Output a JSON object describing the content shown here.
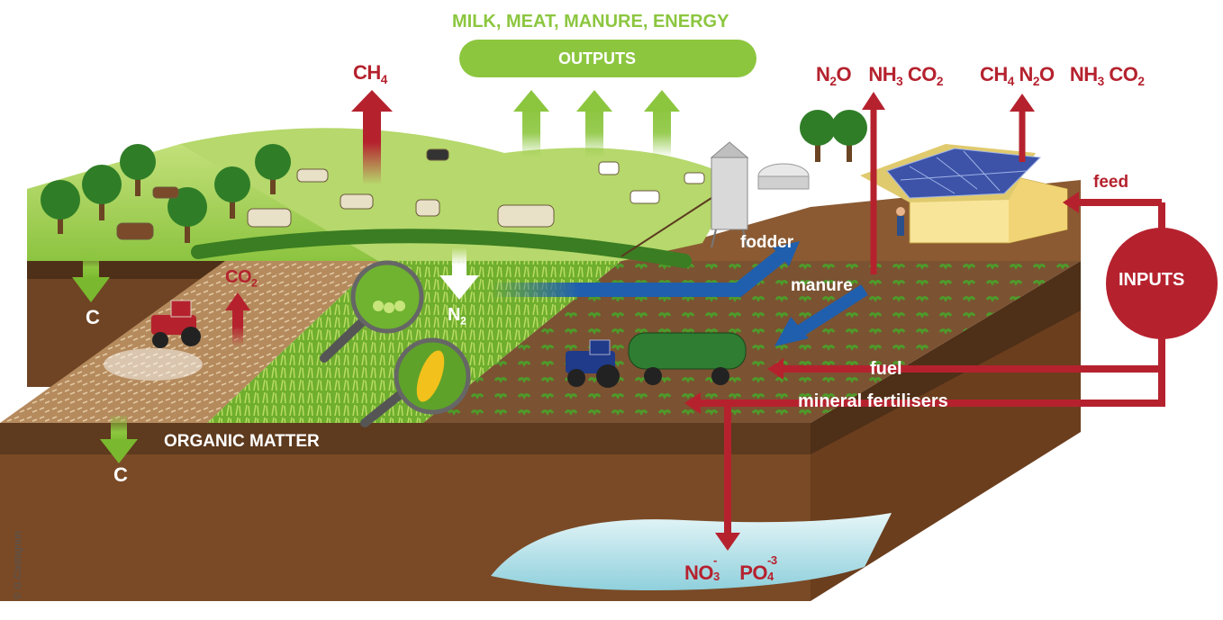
{
  "header": {
    "outputs_title": "MILK, MEAT, MANURE, ENERGY",
    "outputs_box": "OUTPUTS"
  },
  "gases": {
    "ch4_pasture": {
      "main": "CH",
      "sub": "4"
    },
    "co2_field": {
      "main": "CO",
      "sub": "2"
    },
    "n2_fixation": {
      "main": "N",
      "sub": "2"
    },
    "manure_group": {
      "a": "N",
      "a_sub": "2",
      "a_rest": "O",
      "b": "NH",
      "b_sub": "3",
      "c": "CO",
      "c_sub": "2"
    },
    "barn_group": {
      "a": "CH",
      "a_sub": "4",
      "b": "N",
      "b_sub": "2",
      "b_rest": "O",
      "c": "NH",
      "c_sub": "3",
      "d": "CO",
      "d_sub": "2"
    },
    "leaching": {
      "a": "NO",
      "a_sub": "3",
      "a_sup": "-",
      "b": "PO",
      "b_sub": "4",
      "b_sup": "-3"
    }
  },
  "flows": {
    "fodder": "fodder",
    "manure": "manure",
    "feed": "feed",
    "fuel": "fuel",
    "mineral_fertilisers": "mineral fertilisers",
    "inputs": "INPUTS",
    "organic_matter": "ORGANIC MATTER",
    "carbon_left": "C",
    "carbon_bottom": "C"
  },
  "credit": "© G.Castagnon",
  "colors": {
    "red": "#b5222e",
    "green": "#8cc63f",
    "blue": "#1f5fae",
    "soil": "#7a4a26",
    "grass": "#a8d060",
    "water": "#a9dde6"
  },
  "icons": [
    "tractor-icon",
    "slurry-tanker-icon",
    "cow-icon",
    "tree-icon",
    "silo-icon",
    "barn-icon",
    "solar-panel-icon",
    "magnifier-pea-icon",
    "magnifier-corn-icon",
    "farmer-icon"
  ]
}
